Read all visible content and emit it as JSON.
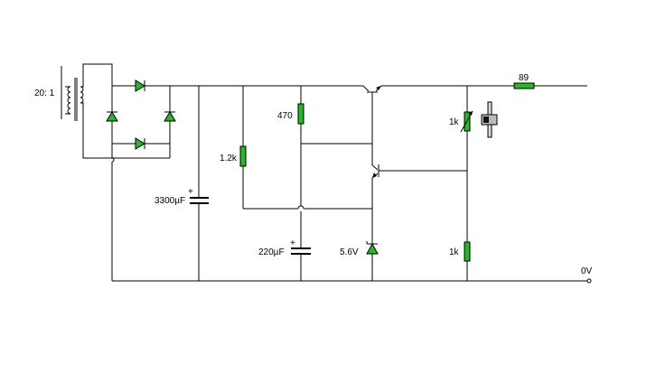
{
  "labels": {
    "transformer_ratio": "20: 1",
    "r_output": "89",
    "r_470": "470",
    "r_1k2": "1.2k",
    "r_pot": "1k",
    "r_1k_bottom": "1k",
    "c_3300": "3300µF",
    "c_220": "220µF",
    "zener": "5.6V",
    "ground": "0V",
    "plus_1": "+",
    "plus_2": "+"
  },
  "colors": {
    "component_fill": "#22bb22",
    "wire": "#000000",
    "background": "#ffffff"
  }
}
